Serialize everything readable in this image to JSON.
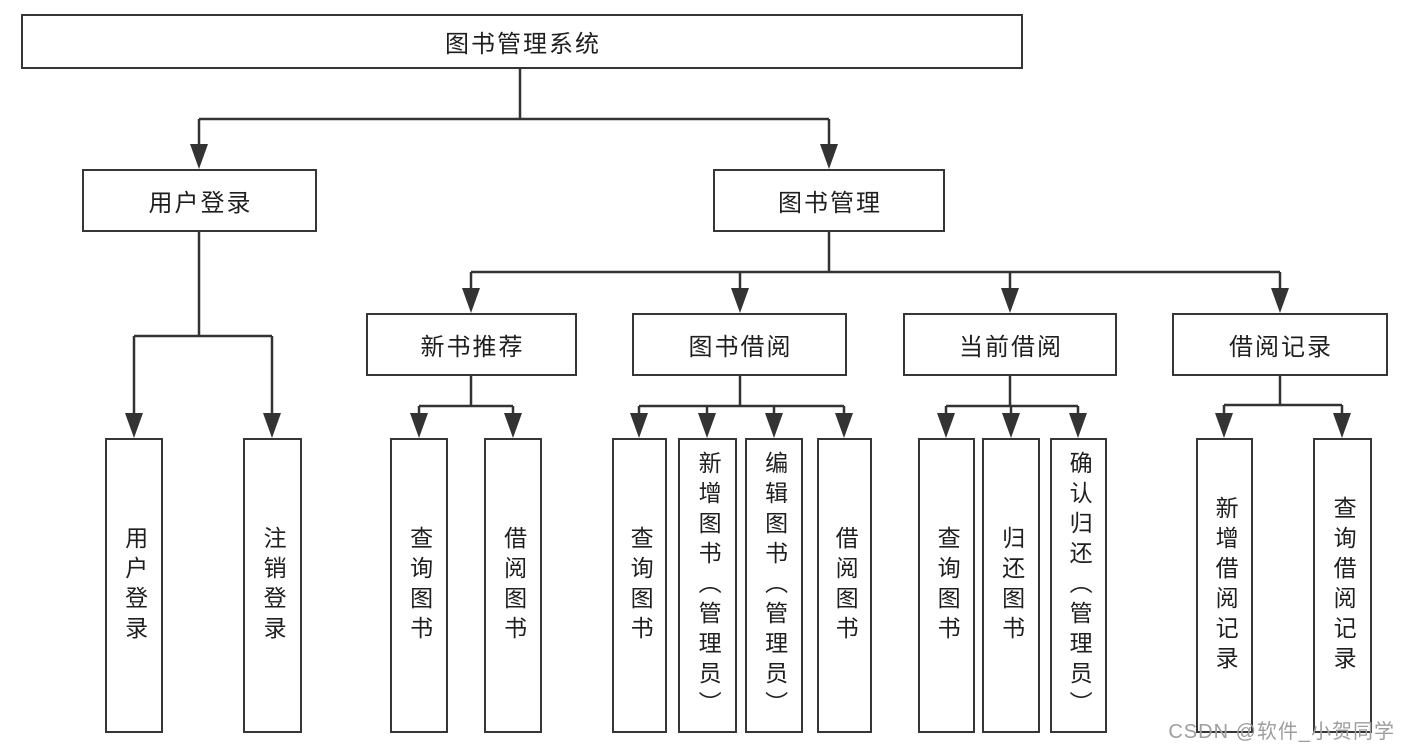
{
  "diagram": {
    "root": {
      "label": "图书管理系统"
    },
    "level1": [
      {
        "label": "用户登录",
        "children": [
          {
            "label": "用户登录"
          },
          {
            "label": "注销登录"
          }
        ]
      },
      {
        "label": "图书管理",
        "children": [
          {
            "label": "新书推荐",
            "children": [
              {
                "label": "查询图书"
              },
              {
                "label": "借阅图书"
              }
            ]
          },
          {
            "label": "图书借阅",
            "children": [
              {
                "label": "查询图书"
              },
              {
                "label": "新增图书（管理员）"
              },
              {
                "label": "编辑图书（管理员）"
              },
              {
                "label": "借阅图书"
              }
            ]
          },
          {
            "label": "当前借阅",
            "children": [
              {
                "label": "查询图书"
              },
              {
                "label": "归还图书"
              },
              {
                "label": "确认归还（管理员）"
              }
            ]
          },
          {
            "label": "借阅记录",
            "children": [
              {
                "label": "新增借阅记录"
              },
              {
                "label": "查询借阅记录"
              }
            ]
          }
        ]
      }
    ],
    "watermark": "CSDN @软件_小贺同学"
  },
  "colors": {
    "line": "#333333",
    "border": "#363636",
    "text": "#1f1f1f",
    "watermark": "#9e9e9e",
    "background": "#ffffff"
  }
}
